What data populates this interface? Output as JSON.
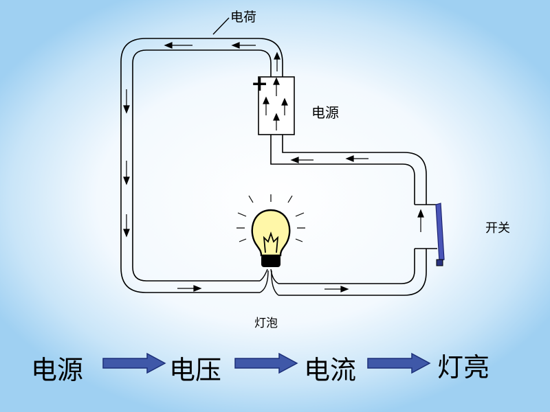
{
  "labels": {
    "charge": "电荷",
    "power_source": "电源",
    "switch": "开关",
    "bulb": "灯泡",
    "plus_sign": "+"
  },
  "flow": {
    "steps": [
      "电源",
      "电压",
      "电流",
      "灯亮"
    ]
  },
  "colors": {
    "wire": "#000000",
    "wire_fill": "#ffffff",
    "switch": "#4a55b8",
    "bulb_glass": "#fff7a8",
    "arrow_fill": "#3f58a8"
  }
}
